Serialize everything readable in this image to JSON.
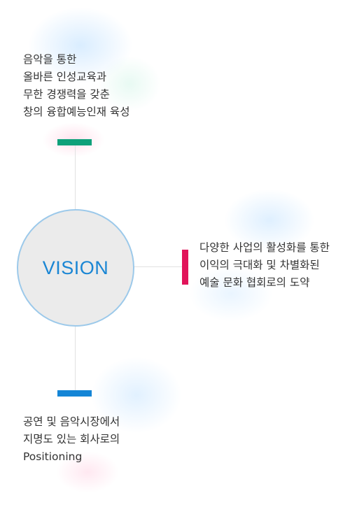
{
  "colors": {
    "green_bar": "#0ea17a",
    "blue_bar": "#1485d6",
    "pink_bar": "#e1145a",
    "vision_text": "#1a86d4",
    "circle_border": "#9cc9ea",
    "circle_fill": "#ebebeb",
    "connector": "#e2e2e2"
  },
  "center": {
    "label": "VISION"
  },
  "items": [
    {
      "lines": [
        "음악을 통한",
        "올바른 인성교육과",
        "무한 경쟁력을 갖춘",
        "창의 융합예능인재 육성"
      ]
    },
    {
      "lines": [
        "다양한 사업의 활성화를 통한",
        "이익의 극대화 및 차별화된",
        "예술 문화 협회로의 도약"
      ]
    },
    {
      "lines": [
        "공연 및 음악시장에서",
        "지명도 있는 회사로의",
        "Positioning"
      ]
    }
  ]
}
